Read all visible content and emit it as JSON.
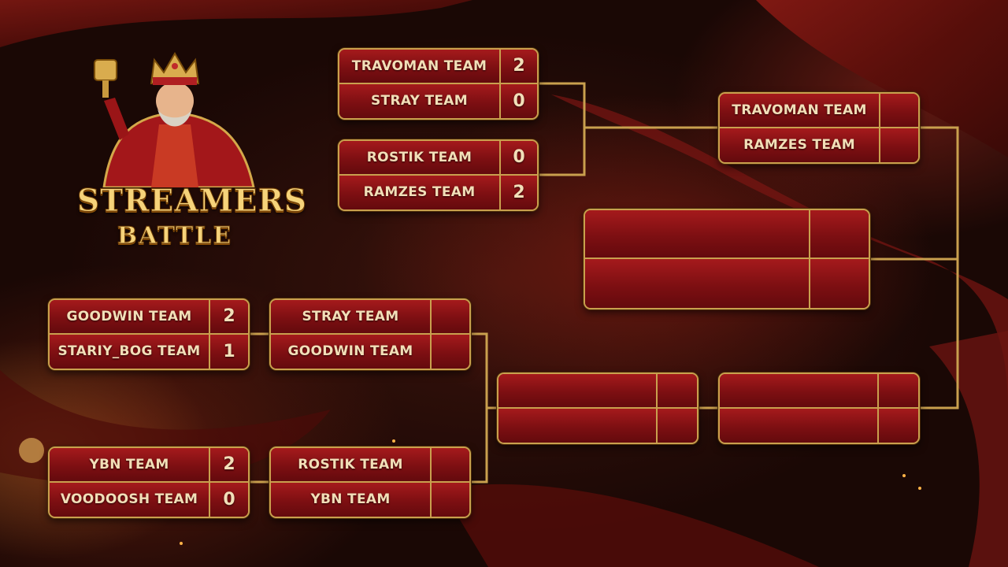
{
  "app": {
    "logo": {
      "title": "STREAMERS",
      "subtitle": "BATTLE"
    },
    "mascot": "king-with-goblet"
  },
  "colors": {
    "box_fill": "#7d0f12",
    "box_border": "#c9a04e",
    "text": "#f2dfb8",
    "bracket_line": "#c9a04e",
    "background": "#2a0d08"
  },
  "upper_bracket": {
    "round1": [
      {
        "team1": "TRAVOMAN TEAM",
        "score1": "2",
        "team2": "STRAY TEAM",
        "score2": "0"
      },
      {
        "team1": "ROSTIK TEAM",
        "score1": "0",
        "team2": "RAMZES TEAM",
        "score2": "2"
      }
    ],
    "final": {
      "team1": "TRAVOMAN TEAM",
      "score1": "",
      "team2": "RAMZES TEAM",
      "score2": ""
    }
  },
  "lower_bracket": {
    "round1": [
      {
        "team1": "GOODWIN TEAM",
        "score1": "2",
        "team2": "STARIY_BOG TEAM",
        "score2": "1"
      },
      {
        "team1": "YBN TEAM",
        "score1": "2",
        "team2": "VOODOOSH TEAM",
        "score2": "0"
      }
    ],
    "round2": [
      {
        "team1": "STRAY TEAM",
        "score1": "",
        "team2": "GOODWIN TEAM",
        "score2": ""
      },
      {
        "team1": "ROSTIK TEAM",
        "score1": "",
        "team2": "YBN TEAM",
        "score2": ""
      }
    ],
    "semifinal": {
      "team1": "",
      "score1": "",
      "team2": "",
      "score2": ""
    },
    "final": {
      "team1": "",
      "score1": "",
      "team2": "",
      "score2": ""
    }
  },
  "grand_final": {
    "team1": "",
    "score1": "",
    "team2": "",
    "score2": ""
  }
}
